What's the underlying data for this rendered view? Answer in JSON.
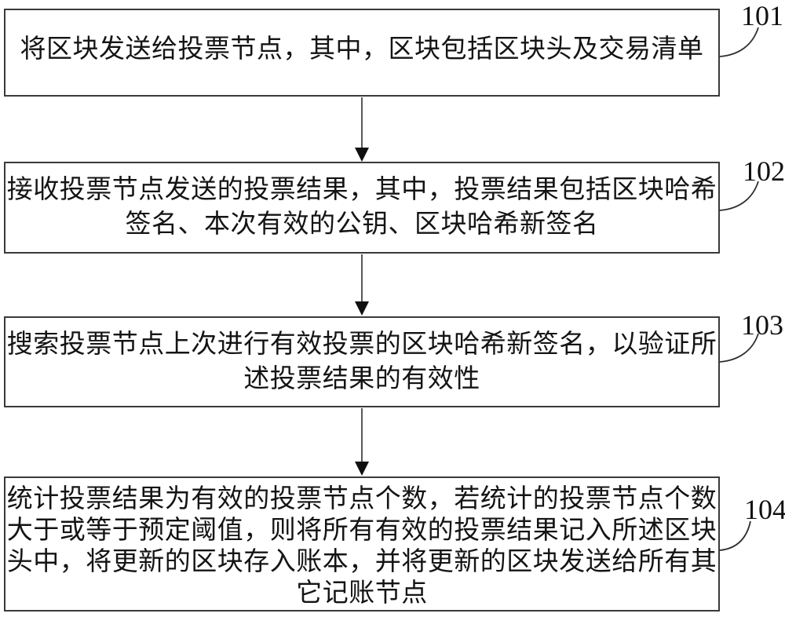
{
  "diagram": {
    "type": "flowchart",
    "background_color": "#ffffff",
    "line_color": "#2f2f2f",
    "text_color": "#141414",
    "steps": [
      {
        "ref": "101",
        "lines": [
          "将区块发送给投票节点，其中，区块包括区块头及交易清单"
        ]
      },
      {
        "ref": "102",
        "lines": [
          "接收投票节点发送的投票结果，其中，投票结果包括区块哈希",
          "签名、本次有效的公钥、区块哈希新签名"
        ]
      },
      {
        "ref": "103",
        "lines": [
          "搜索投票节点上次进行有效投票的区块哈希新签名，以验证所",
          "述投票结果的有效性"
        ]
      },
      {
        "ref": "104",
        "lines": [
          "统计投票结果为有效的投票节点个数，若统计的投票节点个数",
          "大于或等于预定阈值，则将所有有效的投票结果记入所述区块",
          "头中，将更新的区块存入账本，并将更新的区块发送给所有其",
          "它记账节点"
        ]
      }
    ]
  }
}
